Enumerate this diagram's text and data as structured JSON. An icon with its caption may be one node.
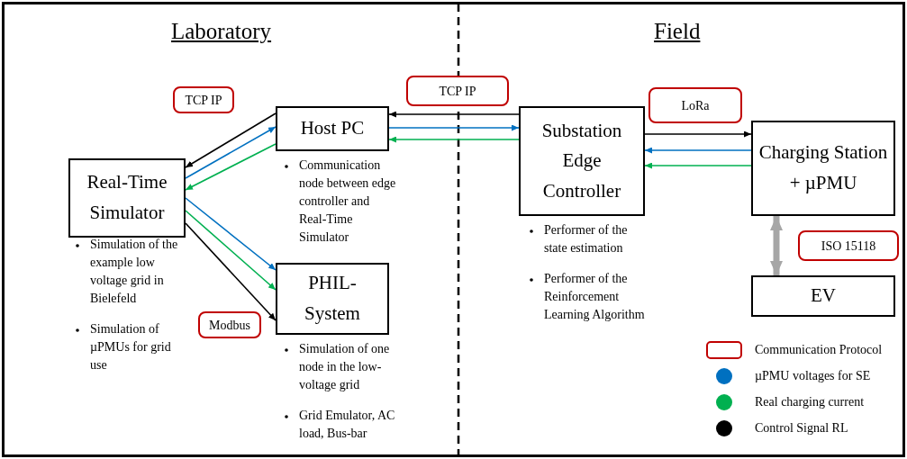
{
  "diagram": {
    "nodes": [
      {
        "text": [
          "Real-Time Simulator"
        ],
        "beside": [
          "Simulation of the example low voltage grid in Bielefeld",
          "Simulation of µPMUs for grid use"
        ]
      },
      {
        "text": [
          "Host PC"
        ],
        "beside": [
          "Communication node between edge controller and Real-Time Simulator"
        ]
      },
      {
        "text": [
          "PHIL-System"
        ],
        "beside": [
          "Simulation of one node in the low-voltage grid",
          "Grid Emulator, AC load, Bus-bar"
        ]
      },
      {
        "text": [
          "Substation Edge Controller"
        ],
        "beside": [
          "Performer of the state estimation",
          "Performer of the Reinforcement Learning Algorithm"
        ]
      },
      {
        "text": [
          "Charging Station + µPMU"
        ]
      },
      {
        "text": [
          "EV"
        ]
      },
      {
        "text": [
          "TCP IP"
        ]
      },
      {
        "text": [
          "Modbus"
        ]
      },
      {
        "text": [
          "TCP IP"
        ]
      },
      {
        "text": [
          "LoRa"
        ]
      },
      {
        "text": [
          "ISO 15118"
        ]
      }
    ],
    "edges": [
      {
        "from": 1,
        "to": 0,
        "arrow": "to"
      },
      {
        "from": 0,
        "to": 1,
        "arrow": "to",
        "color": "#0070c0"
      },
      {
        "from": 1,
        "to": 0,
        "arrow": "to",
        "color": "#00b050"
      },
      {
        "from": 0,
        "to": 2,
        "arrow": "to",
        "color": "#0070c0"
      },
      {
        "from": 0,
        "to": 2,
        "arrow": "to",
        "color": "#00b050"
      },
      {
        "from": 0,
        "to": 2,
        "arrow": "to"
      },
      {
        "from": 3,
        "to": 1,
        "arrow": "to"
      },
      {
        "from": 1,
        "to": 3,
        "arrow": "to",
        "color": "#0070c0"
      },
      {
        "from": 3,
        "to": 1,
        "arrow": "to",
        "color": "#00b050"
      },
      {
        "from": 3,
        "to": 4,
        "arrow": "to"
      },
      {
        "from": 4,
        "to": 3,
        "arrow": "to",
        "color": "#0070c0"
      },
      {
        "from": 4,
        "to": 3,
        "arrow": "to",
        "color": "#00b050"
      },
      {
        "from": 4,
        "to": 5,
        "arrow": "both",
        "style": "thick",
        "color": "#a6a6a6"
      }
    ],
    "labels": [
      "Laboratory",
      "Field"
    ],
    "legend": [
      {
        "text": "Communication Protocol"
      },
      {
        "text": "µPMU voltages for SE",
        "color": "#0070c0"
      },
      {
        "text": "Real charging current",
        "color": "#00b050"
      },
      {
        "text": "Control Signal RL",
        "color": "#000000"
      }
    ]
  }
}
